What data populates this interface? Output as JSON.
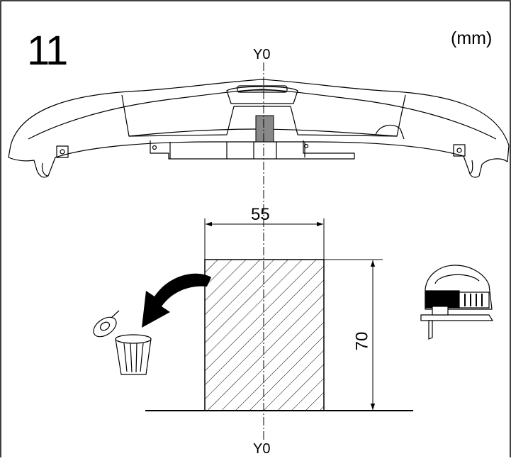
{
  "figure": {
    "step_number": "11",
    "unit": "(mm)",
    "axis_label_top": "Y0",
    "axis_label_bottom": "Y0",
    "width_dimension": "55",
    "height_dimension": "70"
  },
  "icons": {
    "bumper": "bumper-part-icon",
    "discard_arrow": "curved-arrow-icon",
    "trash": "trash-can-icon",
    "jigsaw": "jigsaw-tool-icon"
  }
}
